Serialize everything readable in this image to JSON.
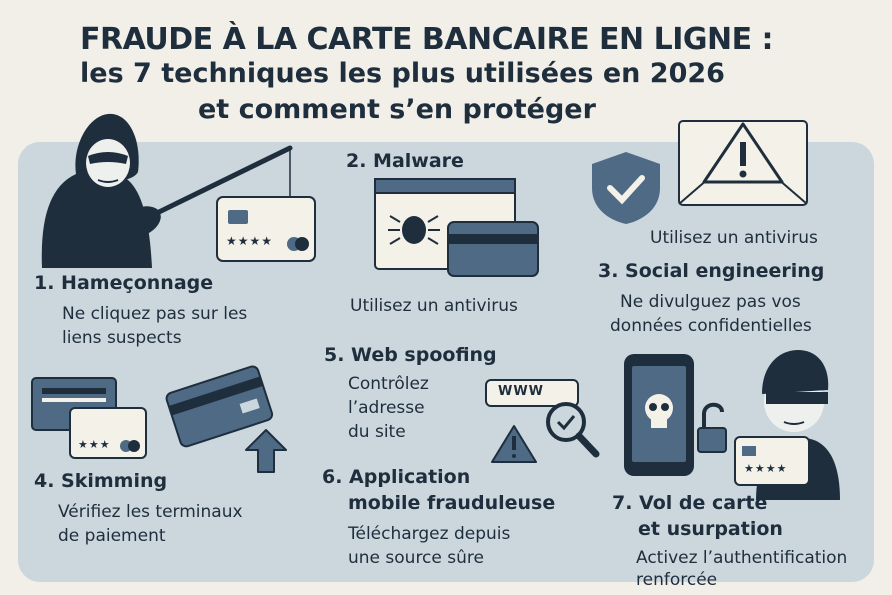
{
  "title": {
    "line1": "FRAUDE À LA CARTE BANCAIRE EN LIGNE :",
    "line2": "les 7 techniques les plus utilisées en 2026",
    "line3": "et comment s’en protéger"
  },
  "techniques": [
    {
      "heading": "1. Hameçonnage",
      "tip1": "Ne cliquez pas sur les",
      "tip2": "liens suspects"
    },
    {
      "heading": "2. Malware",
      "tip1": "Utilisez un antivirus"
    },
    {
      "heading": "3. Social engineering",
      "tip0": "Utilisez un antivirus",
      "tip1": "Ne divulguez pas vos",
      "tip2": "données confidentielles"
    },
    {
      "heading": "4. Skimming",
      "tip1": "Vérifiez les terminaux",
      "tip2": "de paiement"
    },
    {
      "heading": "5. Web spoofing",
      "tip1": "Contrôlez",
      "tip2": "l’adresse",
      "tip3": "du site",
      "url_text": "WWW"
    },
    {
      "heading1": "6. Application",
      "heading2": "mobile frauduleuse",
      "tip1": "Téléchargez depuis",
      "tip2": "une source sûre"
    },
    {
      "heading1": "7. Vol de carte",
      "heading2": "et usurpation",
      "tip1": "Activez l’authentification",
      "tip2": "renforcée"
    }
  ],
  "card_stars": "★★★★",
  "card_stars_small": "★★★",
  "colors": {
    "navy": "#1f2e3d",
    "slate": "#4f6a85",
    "panel": "#cbd6dd",
    "bg": "#f1efe8",
    "light": "#f4f1e8"
  }
}
